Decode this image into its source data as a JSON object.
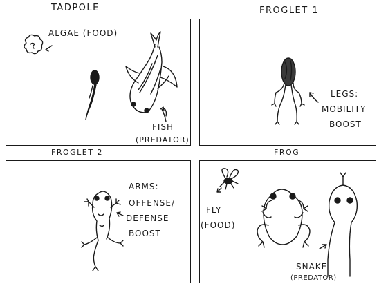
{
  "panels": [
    {
      "title": "TADPOLE",
      "labels": {
        "algae": "ALGAE (FOOD)",
        "fish_line1": "FISH",
        "fish_line2": "(PREDATOR)"
      }
    },
    {
      "title": "FROGLET 1",
      "labels": {
        "legs_line1": "LEGS:",
        "legs_line2": "MOBILITY",
        "legs_line3": "BOOST"
      }
    },
    {
      "title": "FROGLET 2",
      "labels": {
        "arms_line1": "ARMS:",
        "arms_line2": "OFFENSE/",
        "arms_line3": "DEFENSE",
        "arms_line4": "BOOST"
      }
    },
    {
      "title": "FROG",
      "labels": {
        "fly_line1": "FLY",
        "fly_line2": "(FOOD)",
        "snake_line1": "SNAKE",
        "snake_line2": "(PREDATOR)"
      }
    }
  ],
  "colors": {
    "ink": "#1a1a1a",
    "paper": "#ffffff"
  }
}
